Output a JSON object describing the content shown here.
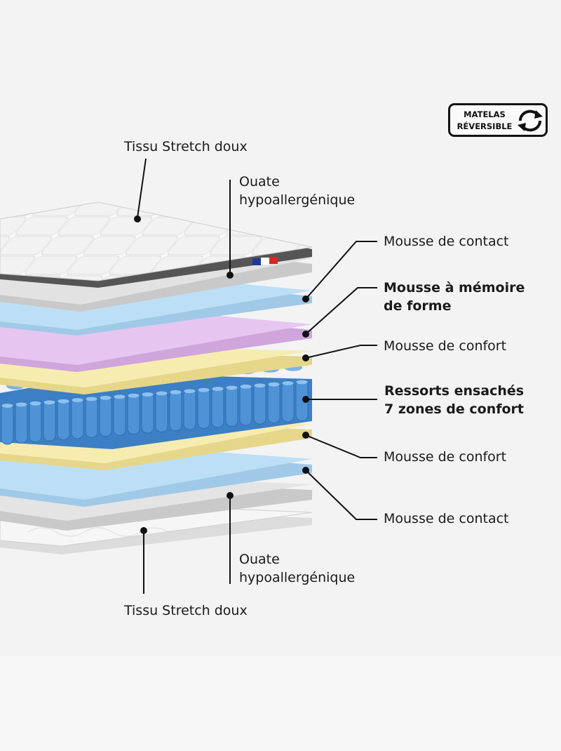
{
  "badge": {
    "line1": "MATELAS",
    "line2": "RÉVERSIBLE",
    "icon": "reverse-arrows-icon"
  },
  "layers": [
    {
      "id": "top-fabric",
      "label": "Tissu Stretch doux",
      "color": "#fbfbfb"
    },
    {
      "id": "top-wadding",
      "label_lines": [
        "Ouate",
        "hypoallergénique"
      ],
      "color": "#e2e2e2"
    },
    {
      "id": "top-contact-foam",
      "label": "Mousse de contact",
      "color": "#bcdff5"
    },
    {
      "id": "memory-foam",
      "label_lines": [
        "Mousse à mémoire",
        "de forme"
      ],
      "emphasis": true,
      "color": "#e6c6f0"
    },
    {
      "id": "top-comfort-foam",
      "label": "Mousse de confort",
      "color": "#f7ecb0"
    },
    {
      "id": "pocket-springs",
      "label_lines": [
        "Ressorts ensachés",
        "7 zones de confort"
      ],
      "emphasis": true,
      "color": "#4f93d6"
    },
    {
      "id": "bottom-comfort-foam",
      "label": "Mousse de confort",
      "color": "#f7ecb0"
    },
    {
      "id": "bottom-contact-foam",
      "label": "Mousse de contact",
      "color": "#bcdff5"
    },
    {
      "id": "bottom-wadding",
      "label_lines": [
        "Ouate",
        "hypoallergénique"
      ],
      "color": "#e2e2e2"
    },
    {
      "id": "bottom-fabric",
      "label": "Tissu Stretch doux",
      "color": "#f5f5f5"
    }
  ],
  "flag_colors": [
    "#1f3a93",
    "#ffffff",
    "#d62828"
  ]
}
